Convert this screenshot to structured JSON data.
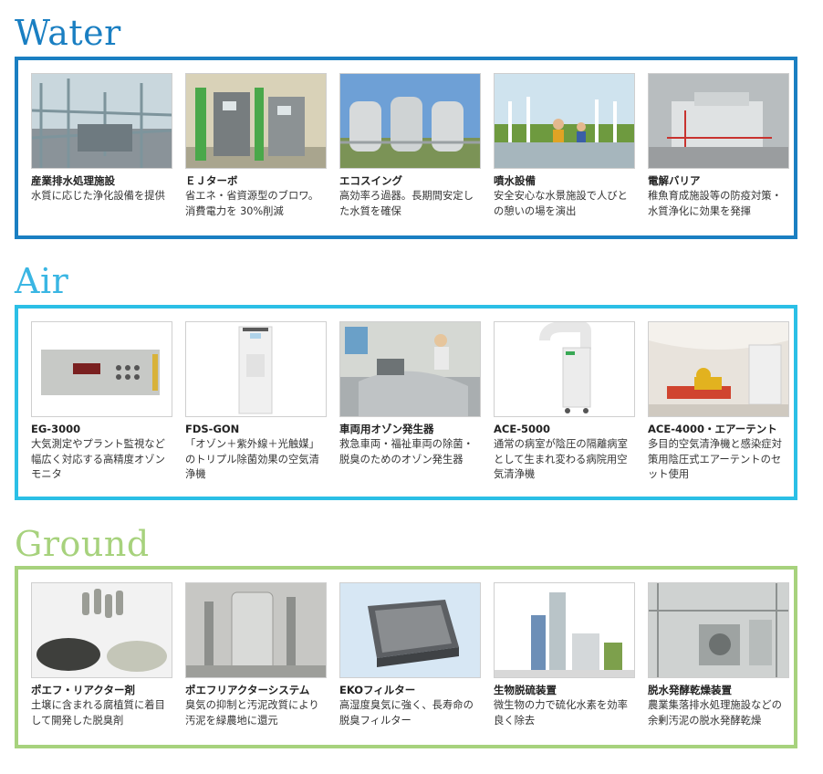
{
  "colors": {
    "water": "#1a7fc2",
    "air": "#2bbfe6",
    "ground": "#a7d27d",
    "air_title": "#3ab6e3"
  },
  "sections": [
    {
      "key": "water",
      "title": "Water",
      "items": [
        {
          "title": "産業排水処理施設",
          "desc": "水質に応じた浄化設備を提供"
        },
        {
          "title": "ＥＪターボ",
          "desc": "省エネ・省資源型のブロワ。消費電力を 30%削減"
        },
        {
          "title": "エコスイング",
          "desc": "高効率ろ過器。長期間安定した水質を確保"
        },
        {
          "title": "噴水設備",
          "desc": "安全安心な水景施設で人びとの憩いの場を演出"
        },
        {
          "title": "電解バリア",
          "desc": "稚魚育成施設等の防疫対策・水質浄化に効果を発揮"
        }
      ]
    },
    {
      "key": "air",
      "title": "Air",
      "items": [
        {
          "title": "EG-3000",
          "desc": "大気測定やプラント監視など幅広く対応する高精度オゾンモニタ"
        },
        {
          "title": "FDS-GON",
          "desc": "「オゾン＋紫外線＋光触媒」のトリプル除菌効果の空気清浄機"
        },
        {
          "title": "車両用オゾン発生器",
          "desc": "救急車両・福祉車両の除菌・脱臭のためのオゾン発生器"
        },
        {
          "title": "ACE-5000",
          "desc": "通常の病室が陰圧の隔離病室として生まれ変わる病院用空気清浄機"
        },
        {
          "title": "ACE-4000・エアーテント",
          "desc": "多目的空気清浄機と感染症対策用陰圧式エアーテントのセット使用"
        }
      ]
    },
    {
      "key": "ground",
      "title": "Ground",
      "items": [
        {
          "title": "ポエフ・リアクター剤",
          "desc": "土壌に含まれる腐植質に着目して開発した脱臭剤"
        },
        {
          "title": "ポエフリアクターシステム",
          "desc": "臭気の抑制と汚泥改質により汚泥を緑農地に還元"
        },
        {
          "title": "EKOフィルター",
          "desc": "高湿度臭気に強く、長寿命の脱臭フィルター"
        },
        {
          "title": "生物脱硫装置",
          "desc": "微生物の力で硫化水素を効率良く除去"
        },
        {
          "title": "脱水発酵乾燥装置",
          "desc": "農業集落排水処理施設などの余剰汚泥の脱水発酵乾燥"
        }
      ]
    }
  ]
}
